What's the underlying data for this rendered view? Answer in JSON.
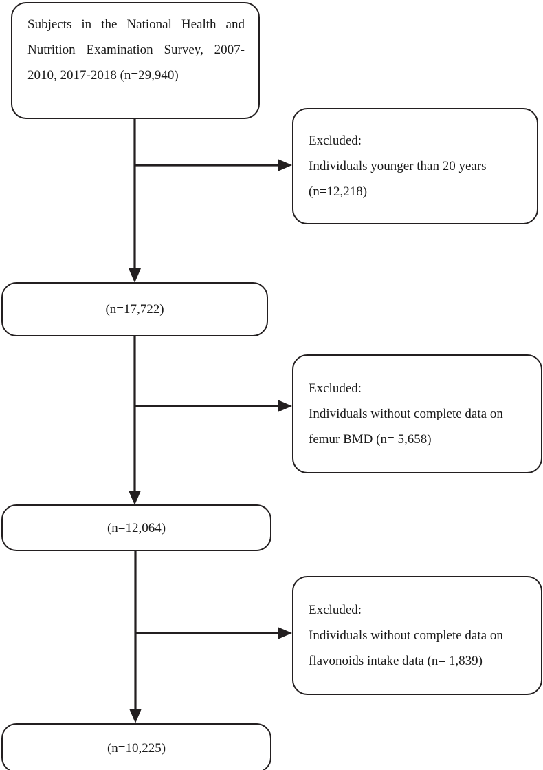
{
  "diagram": {
    "type": "participant-flow-diagram",
    "title_text_visible": false,
    "stroke_color": "#231f20",
    "background_color": "#ffffff"
  },
  "nodes": {
    "source": {
      "label": "Subjects in the National Health and Nutrition Examination Survey, 2007-2010, 2017-2018 (n=29,940)",
      "n": "29,940",
      "lines": [
        "Subjects in the National Health and",
        "Nutrition Examination Survey, 2007-",
        "2010, 2017-2018 (n=29,940)"
      ]
    },
    "excluded_age": {
      "label": "Excluded:\nIndividuals younger than 20 years\n(n=12,218)",
      "n": "12,218",
      "lines": [
        "Excluded:",
        "Individuals younger than 20 years",
        "(n=12,218)"
      ]
    },
    "after_age": {
      "label": "(n=17,722)",
      "n": "17,722"
    },
    "excluded_bmd": {
      "label": "Excluded:\nIndividuals without complete data on femur BMD (n= 5,658)",
      "n": "5,658",
      "lines": [
        "Excluded:",
        "Individuals without complete data on",
        "femur BMD (n= 5,658)"
      ]
    },
    "after_bmd": {
      "label": "(n=12,064)",
      "n": "12,064"
    },
    "excluded_flavonoids": {
      "label": "Excluded:\nIndividuals without complete data on flavonoids intake data (n= 1,839)",
      "n": "1,839",
      "lines": [
        "Excluded:",
        "Individuals without complete data on",
        "flavonoids intake data (n= 1,839)"
      ]
    },
    "final": {
      "label": "(n=10,225)",
      "n": "10,225"
    }
  },
  "flow_counts": {
    "start": 29940,
    "excluded_age": 12218,
    "after_age": 17722,
    "excluded_bmd": 5658,
    "after_bmd": 12064,
    "excluded_flavonoids": 1839,
    "final": 10225
  }
}
